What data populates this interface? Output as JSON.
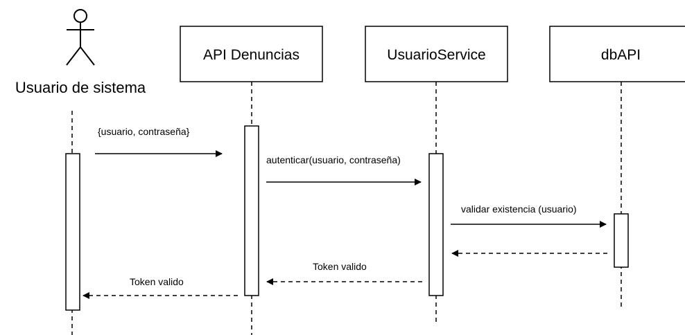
{
  "diagram": {
    "type": "sequence",
    "actor": {
      "label": "Usuario de sistema"
    },
    "participants": [
      {
        "id": "api",
        "label": "API Denuncias"
      },
      {
        "id": "service",
        "label": "UsuarioService"
      },
      {
        "id": "db",
        "label": "dbAPI"
      }
    ],
    "messages": [
      {
        "id": "m1",
        "from": "actor",
        "to": "api",
        "label": "{usuario, contraseña}",
        "kind": "call"
      },
      {
        "id": "m2",
        "from": "api",
        "to": "service",
        "label": "autenticar(usuario, contraseña)",
        "kind": "call"
      },
      {
        "id": "m3",
        "from": "service",
        "to": "db",
        "label": "validar existencia (usuario)",
        "kind": "call"
      },
      {
        "id": "m4",
        "from": "db",
        "to": "service",
        "label": "",
        "kind": "return"
      },
      {
        "id": "m5",
        "from": "service",
        "to": "api",
        "label": "Token valido",
        "kind": "return"
      },
      {
        "id": "m6",
        "from": "api",
        "to": "actor",
        "label": "Token valido",
        "kind": "return"
      }
    ]
  },
  "colors": {
    "stroke": "#000000",
    "background": "#ffffff"
  }
}
